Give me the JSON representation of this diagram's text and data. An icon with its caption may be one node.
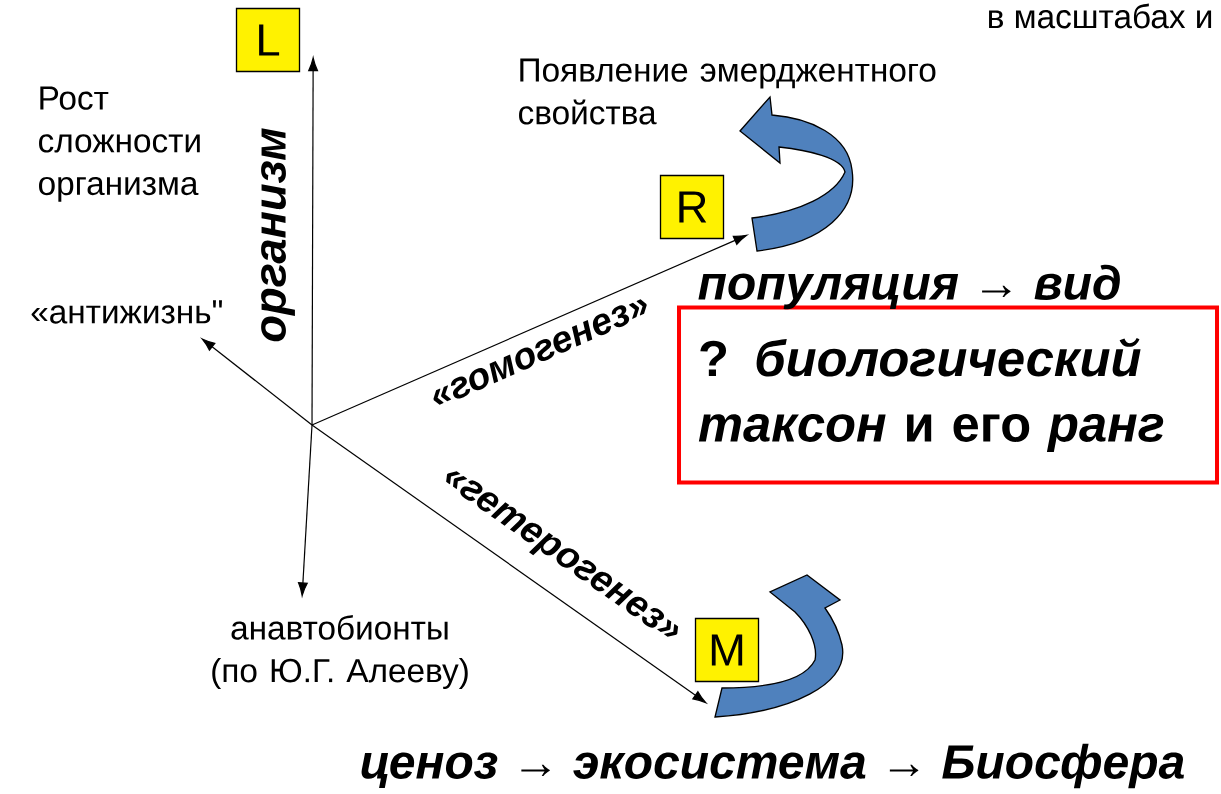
{
  "diagram": {
    "nodes": [
      {
        "text": [
          "L"
        ]
      },
      {
        "text": [
          "R"
        ]
      },
      {
        "text": [
          "M"
        ]
      },
      {
        "text": [
          "«антижизнь\""
        ]
      },
      {
        "text": [
          "анавтобионты (по Ю.Г. Алееву)"
        ]
      },
      {
        "text": [
          "? *биологический таксон* и его *ранг*"
        ]
      }
    ],
    "edges": [
      {
        "from": null,
        "to": 0,
        "arrow": "to",
        "label": "организм"
      },
      {
        "from": null,
        "to": 3,
        "arrow": "to"
      },
      {
        "from": null,
        "to": 4,
        "arrow": "to"
      },
      {
        "from": null,
        "to": 1,
        "arrow": "to",
        "label": "«гомогенез»"
      },
      {
        "from": null,
        "to": 2,
        "arrow": "to",
        "label": "«гетерогенез»"
      }
    ],
    "labels": [
      "в масштабах и",
      "Рост сложности организма",
      "Появление эмерджентного свойства",
      "популяция → вид",
      "ценоз → экосистема → Биосфера"
    ]
  }
}
